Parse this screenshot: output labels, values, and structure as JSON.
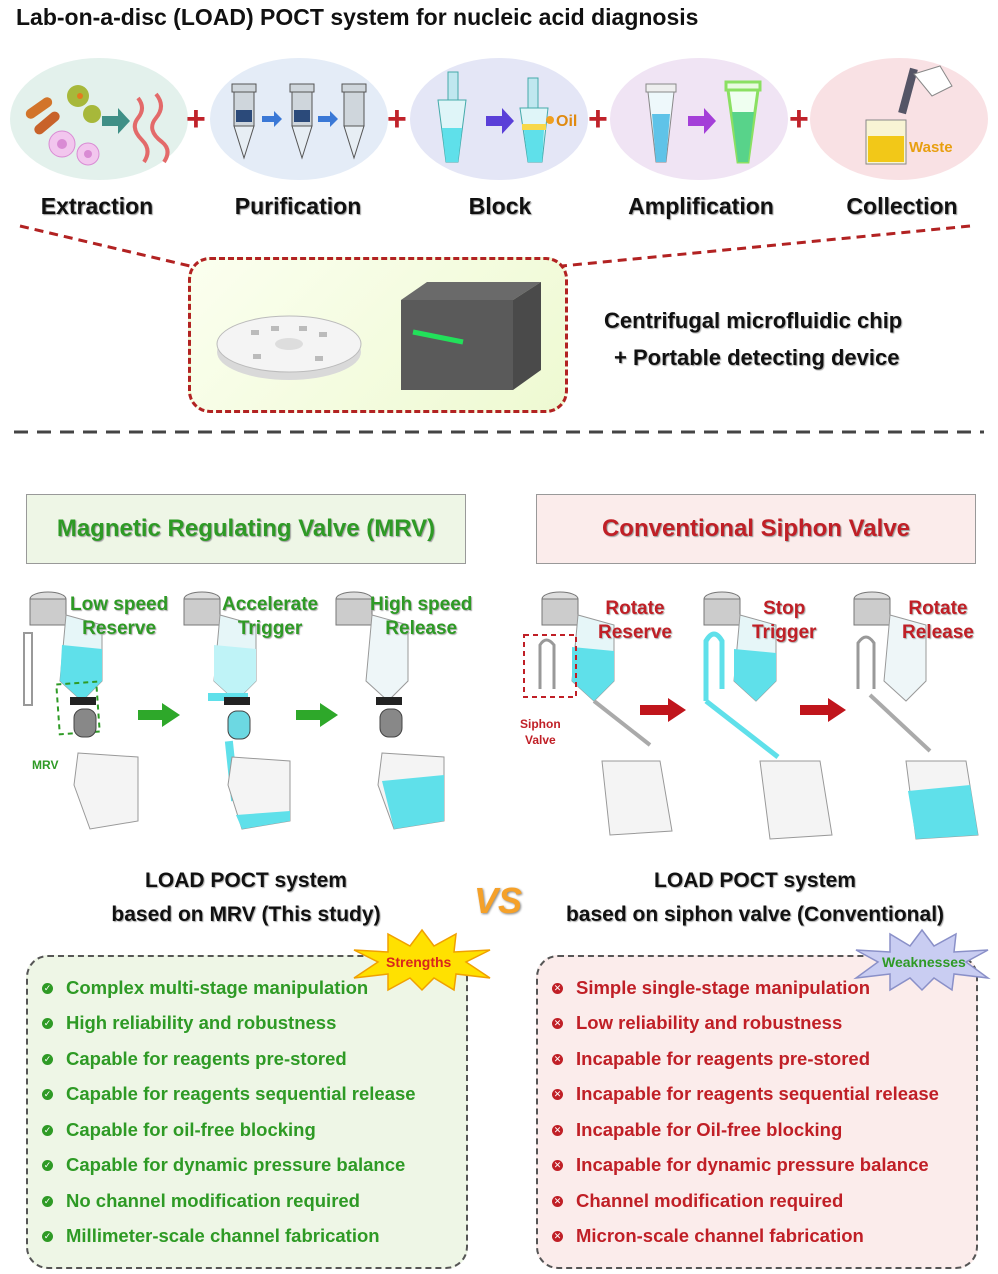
{
  "title": "Lab-on-a-disc (LOAD) POCT system for nucleic acid diagnosis",
  "steps": [
    {
      "label": "Extraction",
      "color": "#e3f1ec"
    },
    {
      "label": "Purification",
      "color": "#e4ecf7"
    },
    {
      "label": "Block",
      "color": "#e4e6f6"
    },
    {
      "label": "Amplification",
      "color": "#f0e4f4"
    },
    {
      "label": "Collection",
      "color": "#f9e1e4"
    }
  ],
  "plus_sign": "+",
  "block_oil_label": "Oil",
  "collection_waste_label": "Waste",
  "device": {
    "line1": "Centrifugal microfluidic chip",
    "line2": "+ Portable detecting device"
  },
  "mrv": {
    "header": "Magnetic Regulating Valve (MRV)",
    "stages": [
      {
        "line1": "Low speed",
        "line2": "Reserve"
      },
      {
        "line1": "Accelerate",
        "line2": "Trigger"
      },
      {
        "line1": "High speed",
        "line2": "Release"
      }
    ],
    "valve_tag": "MRV",
    "caption_line1": "LOAD POCT system",
    "caption_line2": "based on MRV (This study)",
    "badge": "Strengths",
    "items": [
      "Complex multi-stage manipulation",
      "High reliability and robustness",
      "Capable for reagents pre-stored",
      "Capable for reagents sequential release",
      "Capable for oil-free blocking",
      "Capable for dynamic pressure balance",
      "No channel modification required",
      "Millimeter-scale channel fabrication"
    ]
  },
  "siphon": {
    "header": "Conventional Siphon Valve",
    "stages": [
      {
        "line1": "Rotate",
        "line2": "Reserve"
      },
      {
        "line1": "Stop",
        "line2": "Trigger"
      },
      {
        "line1": "Rotate",
        "line2": "Release"
      }
    ],
    "valve_tag_line1": "Siphon",
    "valve_tag_line2": "Valve",
    "caption_line1": "LOAD POCT system",
    "caption_line2": "based on siphon valve (Conventional)",
    "badge": "Weaknesses",
    "items": [
      "Simple single-stage manipulation",
      "Low reliability and robustness",
      "Incapable for reagents pre-stored",
      "Incapable for reagents sequential release",
      "Incapable for Oil-free blocking",
      "Incapable for dynamic pressure balance",
      "Channel modification required",
      "Micron-scale channel fabrication"
    ]
  },
  "vs": "VS",
  "colors": {
    "green": "#2e9a25",
    "red": "#c01f26",
    "liquid": "#5fe0ea",
    "arrow_blue": "#3a78d6",
    "arrow_purple": "#8a3fd8",
    "strengths_star": "#ffe100",
    "weaknesses_star": "#c9cdf2"
  }
}
